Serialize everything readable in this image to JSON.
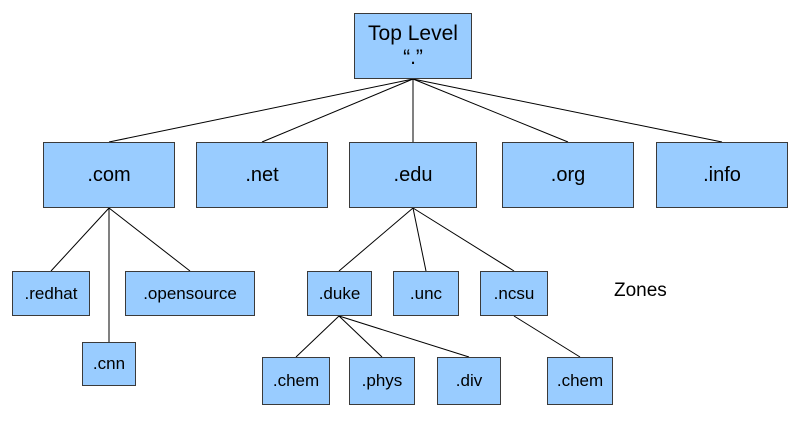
{
  "root": {
    "line1": "Top Level",
    "line2": "“.”"
  },
  "tlds": {
    "com": ".com",
    "net": ".net",
    "edu": ".edu",
    "org": ".org",
    "info": ".info"
  },
  "com_children": {
    "redhat": ".redhat",
    "cnn": ".cnn",
    "opensource": ".opensource"
  },
  "edu_children": {
    "duke": ".duke",
    "unc": ".unc",
    "ncsu": ".ncsu"
  },
  "duke_children": {
    "chem": ".chem",
    "phys": ".phys",
    "div": ".div"
  },
  "ncsu_children": {
    "chem": ".chem"
  },
  "caption": "Zones",
  "colors": {
    "node_fill": "#99ccff",
    "node_border": "#3a3a3a",
    "line": "#000000"
  }
}
